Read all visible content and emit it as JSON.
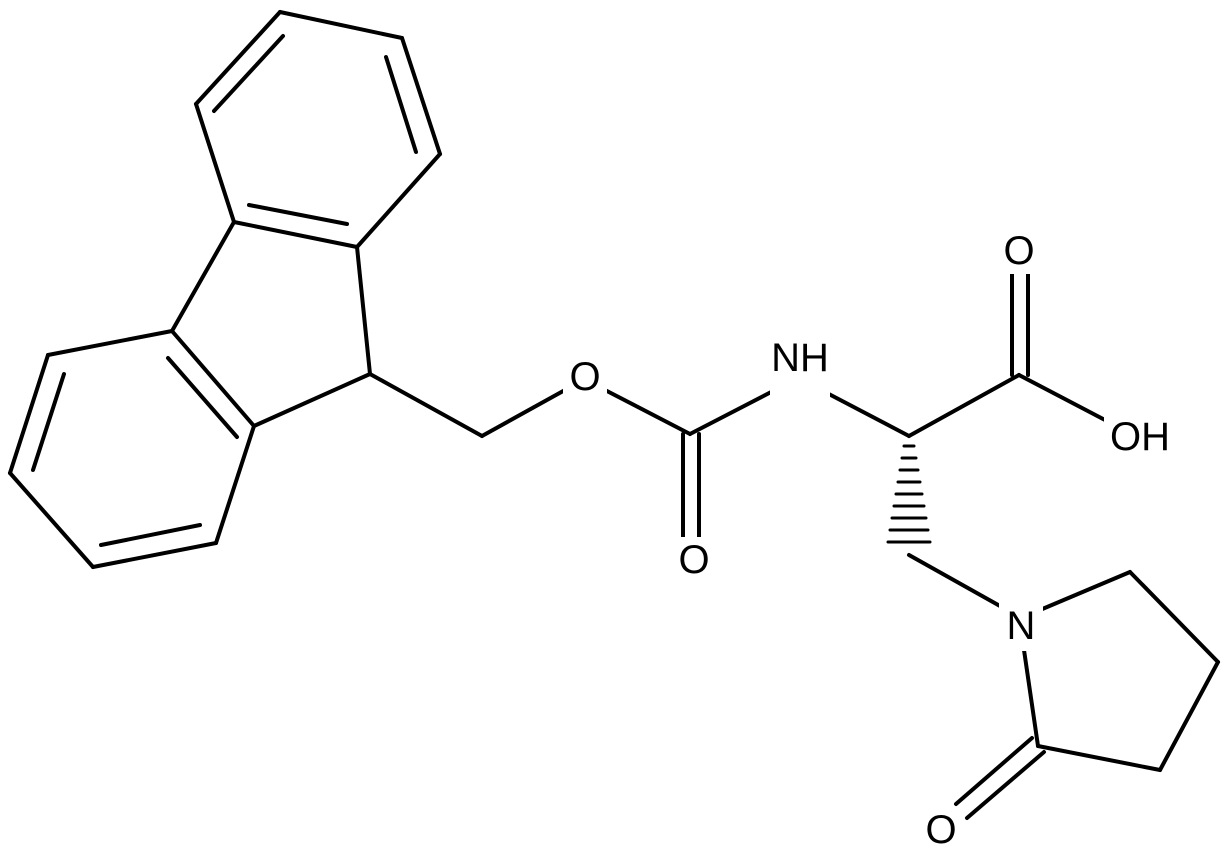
{
  "molecule": {
    "atoms": {
      "o_ester": "O",
      "nh": "NH",
      "o_carbamate": "O",
      "o_acid_carbonyl": "O",
      "oh": "OH",
      "n_lactam": "N",
      "o_lactam": "O"
    }
  }
}
